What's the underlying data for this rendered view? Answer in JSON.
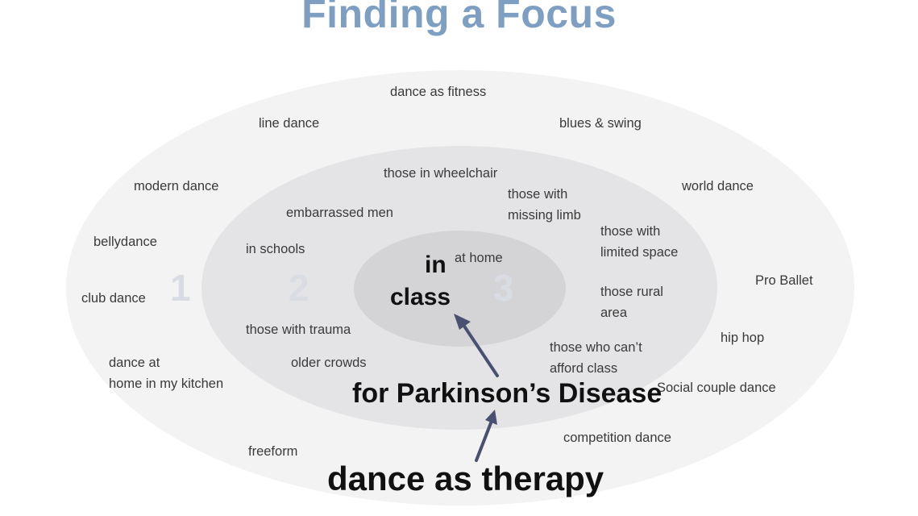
{
  "title": "Finding a Focus",
  "ring_numbers": [
    "1",
    "2",
    "3"
  ],
  "center": {
    "line1": "in",
    "line2": "class"
  },
  "focus_label": "for Parkinson’s Disease",
  "root_label": "dance as therapy",
  "outer_ring": [
    "dance as fitness",
    "line dance",
    "blues & swing",
    "modern dance",
    "world dance",
    "bellydance",
    "Pro Ballet",
    "club dance",
    "hip hop",
    "dance at",
    "home in my kitchen",
    "Social couple dance",
    "freeform",
    "competition dance"
  ],
  "middle_ring": [
    "those in wheelchair",
    "those with",
    "missing limb",
    "embarrassed men",
    "those with",
    "limited space",
    "in schools",
    "those rural",
    "area",
    "those with trauma",
    "older crowds",
    "those who can’t",
    "afford class"
  ],
  "inner_ring": [
    "at home"
  ],
  "colors": {
    "title": "#7f9fc2",
    "arrow": "#4a5070",
    "outer": "#f3f3f4",
    "middle": "#e4e4e6",
    "inner": "#d4d4d7"
  }
}
